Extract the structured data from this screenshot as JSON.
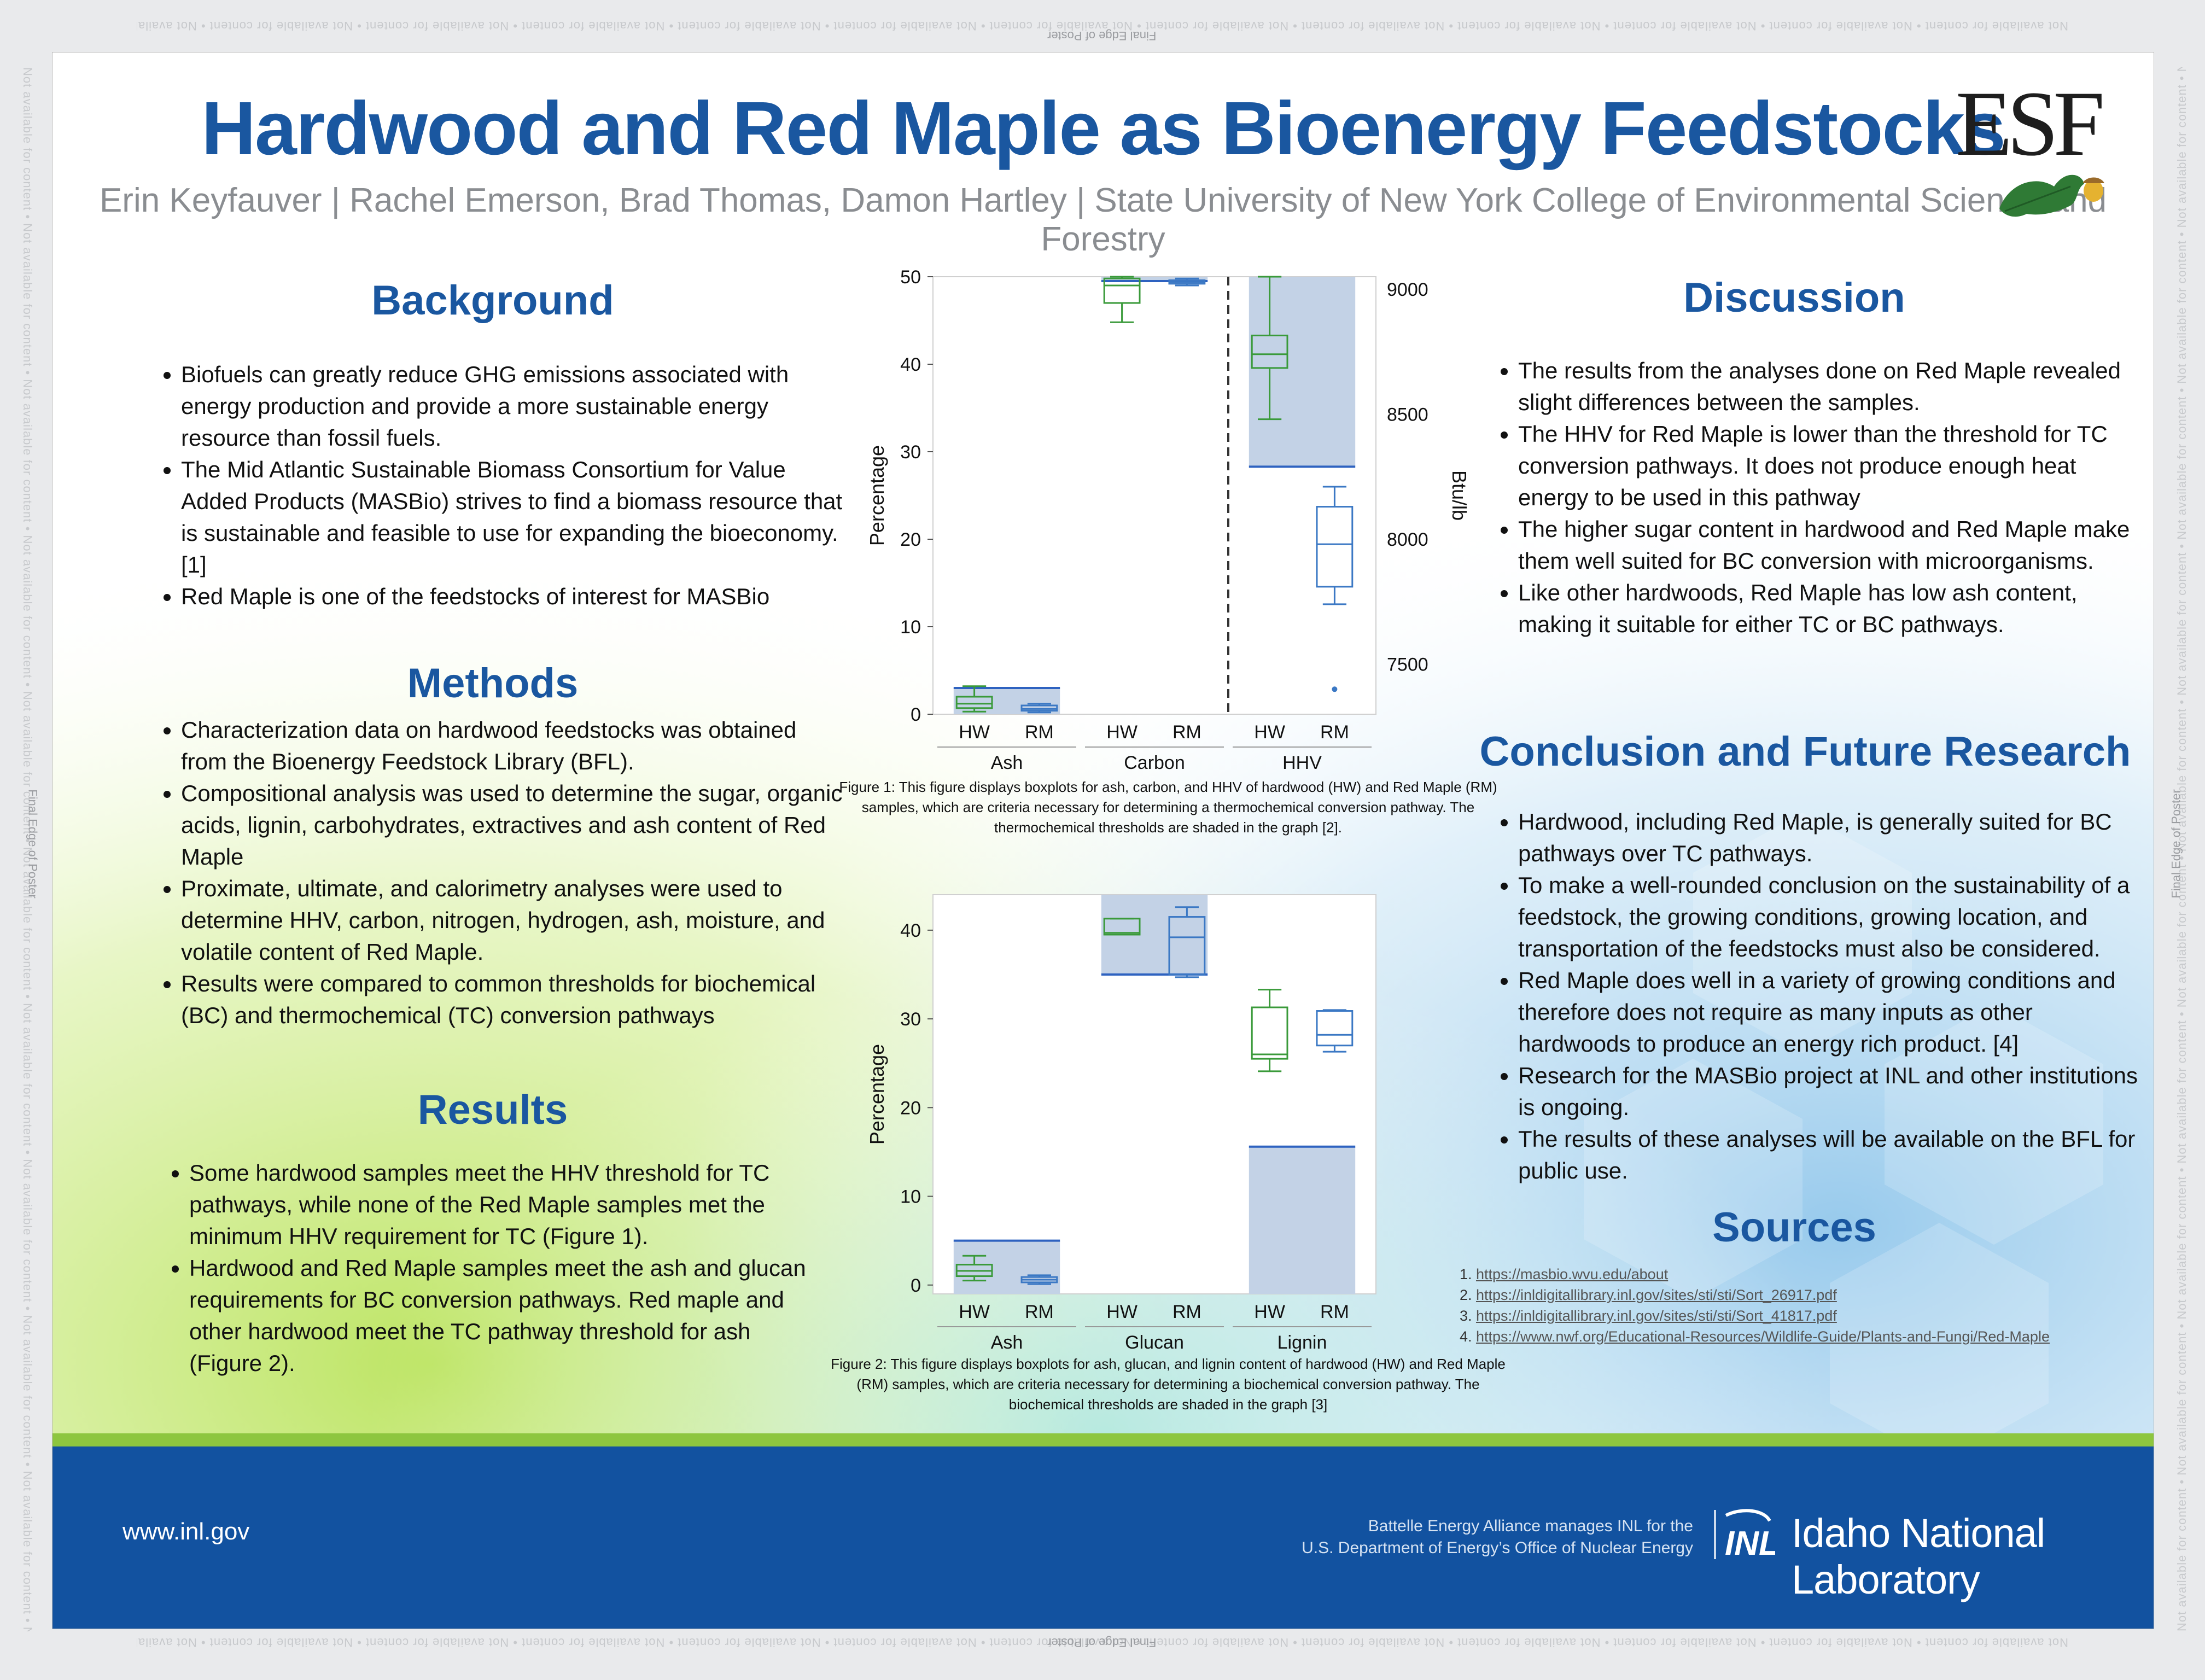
{
  "edge": {
    "repeat": "Not available for content  •  Not available for content  •  Not available for content  •  Not available for content  •  Not available for content  •  Not available for content  •  Not available for content  •  Not available for content  •  Not available for content  •  Not available for content  •  Not available for content  •  Not available for content  •  Not available for content",
    "final_edge": "Final Edge of Poster"
  },
  "header": {
    "title": "Hardwood and Red Maple as Bioenergy Feedstocks",
    "authors": "Erin Keyfauver | Rachel Emerson, Brad Thomas, Damon Hartley | State University of New York College of Environmental Science and Forestry",
    "logo_text": "ESF"
  },
  "background": {
    "heading": "Background",
    "items": [
      "Biofuels can greatly reduce GHG emissions associated with energy production and provide a more sustainable energy resource than fossil fuels.",
      "The Mid Atlantic Sustainable Biomass Consortium for Value Added Products (MASBio) strives to find a biomass resource that is sustainable and feasible to use for expanding the bioeconomy. [1]",
      "Red Maple is one of the feedstocks of interest for MASBio"
    ]
  },
  "methods": {
    "heading": "Methods",
    "items": [
      "Characterization data on hardwood feedstocks was obtained from the Bioenergy Feedstock Library (BFL).",
      "Compositional analysis was used to determine the sugar, organic acids, lignin, carbohydrates, extractives and ash content of Red Maple",
      "Proximate, ultimate, and calorimetry analyses were used to determine HHV, carbon, nitrogen, hydrogen, ash, moisture, and volatile content of Red Maple.",
      "Results were compared to common thresholds for biochemical (BC) and thermochemical (TC) conversion pathways"
    ]
  },
  "results": {
    "heading": "Results",
    "items": [
      "Some hardwood samples meet the HHV threshold for TC pathways, while none of the Red Maple samples met the minimum HHV requirement for TC (Figure 1).",
      "Hardwood and Red Maple samples meet the ash and glucan requirements for BC conversion pathways. Red maple and other hardwood meet the TC pathway threshold for ash (Figure 2)."
    ]
  },
  "discussion": {
    "heading": "Discussion",
    "items": [
      "The results from the analyses done on Red Maple revealed slight differences between the samples.",
      "The HHV for Red Maple is lower than the threshold for TC conversion pathways. It does not produce enough heat energy to be used in this pathway",
      "The higher sugar content in hardwood and Red Maple make them well suited for BC conversion with microorganisms.",
      "Like other hardwoods, Red Maple has low ash content, making it suitable for either TC or BC pathways."
    ]
  },
  "conclusion": {
    "heading": "Conclusion and Future Research",
    "items": [
      "Hardwood, including Red Maple, is generally suited for BC pathways over TC pathways.",
      "To make a well-rounded conclusion on the sustainability of a feedstock, the growing conditions, growing location, and transportation of the feedstocks must also be considered.",
      "Red Maple does well in a variety of growing conditions and therefore does not require as many inputs as other hardwoods to produce an energy rich product. [4]",
      "Research for the MASBio project at INL and other institutions is ongoing.",
      "The results of these analyses will be available on the BFL for public use."
    ]
  },
  "sources": {
    "heading": "Sources",
    "items": [
      "https://masbio.wvu.edu/about",
      "https://inldigitallibrary.inl.gov/sites/sti/sti/Sort_26917.pdf",
      "https://inldigitallibrary.inl.gov/sites/sti/sti/Sort_41817.pdf",
      "https://www.nwf.org/Educational-Resources/Wildlife-Guide/Plants-and-Fungi/Red-Maple"
    ]
  },
  "figure1": {
    "caption": "Figure 1: This figure displays boxplots for ash, carbon, and HHV of hardwood (HW) and Red Maple (RM) samples, which are criteria necessary for determining a thermochemical conversion pathway. The thermochemical thresholds are shaded in the graph [2]."
  },
  "figure2": {
    "caption": "Figure 2: This figure displays boxplots for ash, glucan, and lignin content of hardwood (HW) and Red Maple (RM) samples, which are criteria necessary for determining a biochemical conversion pathway. The biochemical thresholds are shaded in the graph [3]"
  },
  "chart_data": [
    {
      "type": "box",
      "ylabel": "Percentage",
      "y2label": "Btu/lb",
      "ylim": [
        0,
        50
      ],
      "y2lim": [
        7300,
        9050
      ],
      "yticks": [
        0,
        10,
        20,
        30,
        40,
        50
      ],
      "y2ticks": [
        7500,
        8000,
        8500,
        9000
      ],
      "groups": [
        "Ash",
        "Carbon",
        "HHV"
      ],
      "categories": [
        "HW",
        "RM",
        "HW",
        "RM",
        "HW",
        "RM"
      ],
      "series_colors": {
        "HW": "#3a9a3a",
        "RM": "#3b78c4"
      },
      "threshold_color": "#c3d2e6",
      "boxes": [
        {
          "group": "Ash",
          "sample": "HW",
          "axis": "left",
          "whisker_low": 0.3,
          "q1": 0.7,
          "median": 1.2,
          "q3": 2.0,
          "whisker_high": 3.2
        },
        {
          "group": "Ash",
          "sample": "RM",
          "axis": "left",
          "whisker_low": 0.2,
          "q1": 0.4,
          "median": 0.6,
          "q3": 1.0,
          "whisker_high": 1.2
        },
        {
          "group": "Carbon",
          "sample": "HW",
          "axis": "left",
          "whisker_low": 44.8,
          "q1": 47.0,
          "median": 49.0,
          "q3": 49.8,
          "whisker_high": 50.3
        },
        {
          "group": "Carbon",
          "sample": "RM",
          "axis": "left",
          "whisker_low": 49.0,
          "q1": 49.2,
          "median": 49.4,
          "q3": 49.6,
          "whisker_high": 49.8
        },
        {
          "group": "HHV",
          "sample": "HW",
          "axis": "right",
          "whisker_low": 8480,
          "q1": 8685,
          "median": 8740,
          "q3": 8815,
          "whisker_high": 9070
        },
        {
          "group": "HHV",
          "sample": "RM",
          "axis": "right",
          "whisker_low": 7740,
          "q1": 7810,
          "median": 7980,
          "q3": 8130,
          "whisker_high": 8210,
          "outliers": [
            7400
          ]
        }
      ],
      "thresholds": [
        {
          "group": "Ash",
          "axis": "left",
          "from": 0,
          "to": 3
        },
        {
          "group": "Carbon",
          "axis": "left",
          "from": 49.5,
          "to": 51
        },
        {
          "group": "HHV",
          "axis": "right",
          "from": 8290,
          "to": 9050
        }
      ]
    },
    {
      "type": "box",
      "ylabel": "Percentage",
      "ylim": [
        -1,
        44
      ],
      "yticks": [
        0,
        10,
        20,
        30,
        40
      ],
      "groups": [
        "Ash",
        "Glucan",
        "Lignin"
      ],
      "categories": [
        "HW",
        "RM",
        "HW",
        "RM",
        "HW",
        "RM"
      ],
      "series_colors": {
        "HW": "#3a9a3a",
        "RM": "#3b78c4"
      },
      "threshold_color": "#c3d2e6",
      "boxes": [
        {
          "group": "Ash",
          "sample": "HW",
          "whisker_low": 0.5,
          "q1": 1.0,
          "median": 1.6,
          "q3": 2.3,
          "whisker_high": 3.3
        },
        {
          "group": "Ash",
          "sample": "RM",
          "whisker_low": 0.1,
          "q1": 0.3,
          "median": 0.6,
          "q3": 0.9,
          "whisker_high": 1.1
        },
        {
          "group": "Glucan",
          "sample": "HW",
          "whisker_low": 39.5,
          "q1": 39.5,
          "median": 39.7,
          "q3": 41.3,
          "whisker_high": 41.3
        },
        {
          "group": "Glucan",
          "sample": "RM",
          "whisker_low": 34.7,
          "q1": 35.0,
          "median": 39.2,
          "q3": 41.5,
          "whisker_high": 42.6
        },
        {
          "group": "Lignin",
          "sample": "HW",
          "whisker_low": 24.1,
          "q1": 25.5,
          "median": 26.0,
          "q3": 31.3,
          "whisker_high": 33.3
        },
        {
          "group": "Lignin",
          "sample": "RM",
          "whisker_low": 26.3,
          "q1": 27.0,
          "median": 28.2,
          "q3": 30.9,
          "whisker_high": 31.0
        }
      ],
      "thresholds": [
        {
          "group": "Ash",
          "from": -1,
          "to": 5
        },
        {
          "group": "Glucan",
          "from": 35,
          "to": 44
        },
        {
          "group": "Lignin",
          "from": -1,
          "to": 15.6
        }
      ]
    }
  ],
  "footer": {
    "url": "www.inl.gov",
    "battelle_line1": "Battelle Energy Alliance manages INL for the",
    "battelle_line2": "U.S. Department of Energy’s Office of Nuclear Energy",
    "inl_short": "INL",
    "inl_name": "Idaho National Laboratory"
  },
  "colors": {
    "title_blue": "#1a57a0",
    "footer_blue": "#1252a0",
    "footer_green": "#8dc63f",
    "hw_green": "#3a9a3a",
    "rm_blue": "#3b78c4"
  }
}
